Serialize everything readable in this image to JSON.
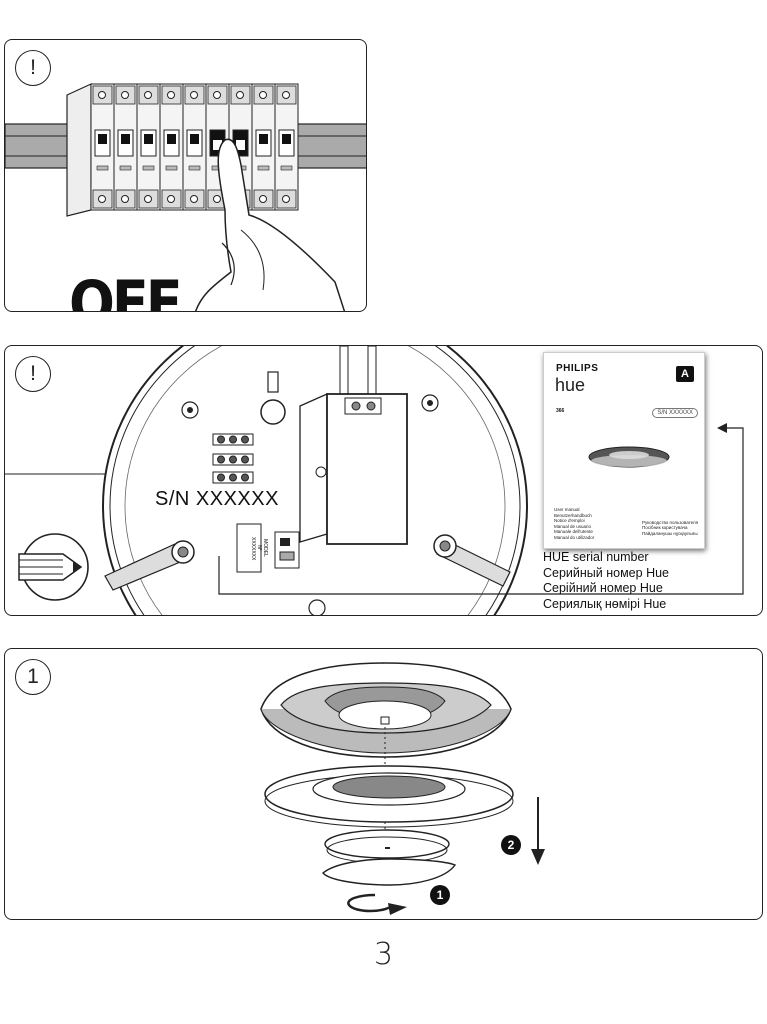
{
  "panel_1": {
    "badge": "!",
    "off_label": "OFF"
  },
  "panel_2": {
    "badge": "!",
    "sn_label": "S/N XXXXXX",
    "model_label": "MODEL N° XXXXXXX",
    "manual": {
      "brand": "PHILIPS",
      "product": "hue",
      "energy_label": "A",
      "code": "366",
      "sn_box": "S/N XXXXXX",
      "manual_titles": [
        "User manual",
        "Benutzerhandbuch",
        "Notice d'emploi",
        "Manual de usuario",
        "Manuale dell'utente",
        "Manual do utilizador"
      ],
      "manual_titles_2": [
        "Руководство пользователя",
        "Посібник користувача",
        "Пайдаланушы нұсқаулығы"
      ]
    },
    "serial_texts": [
      "HUE serial number",
      "Серийный номер Hue",
      "Серійний номер Hue",
      "Сериялық нөмірі Hue"
    ]
  },
  "panel_3": {
    "badge": "1",
    "steps": [
      {
        "number": "1",
        "action": "rotate"
      },
      {
        "number": "2",
        "action": "pull down"
      }
    ]
  },
  "page_number": "3"
}
